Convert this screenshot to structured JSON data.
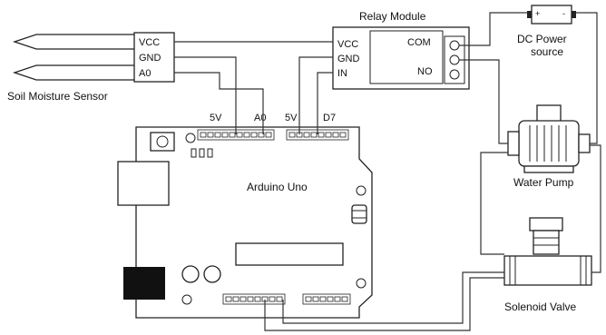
{
  "sensor": {
    "title": "Soil Moisture Sensor",
    "pins": [
      "VCC",
      "GND",
      "A0"
    ]
  },
  "relay": {
    "title": "Relay Module",
    "pins_left": [
      "VCC",
      "GND",
      "IN"
    ],
    "pins_right": [
      "COM",
      "NO"
    ]
  },
  "power": {
    "title_line1": "DC Power",
    "title_line2": "source"
  },
  "pump": {
    "title": "Water Pump"
  },
  "valve": {
    "title": "Solenoid Valve"
  },
  "arduino": {
    "title": "Arduino Uno",
    "header_labels": [
      "5V",
      "A0",
      "5V",
      "D7"
    ]
  },
  "colors": {
    "line": "#222222",
    "wire": "#333333",
    "jack": "#111111"
  }
}
